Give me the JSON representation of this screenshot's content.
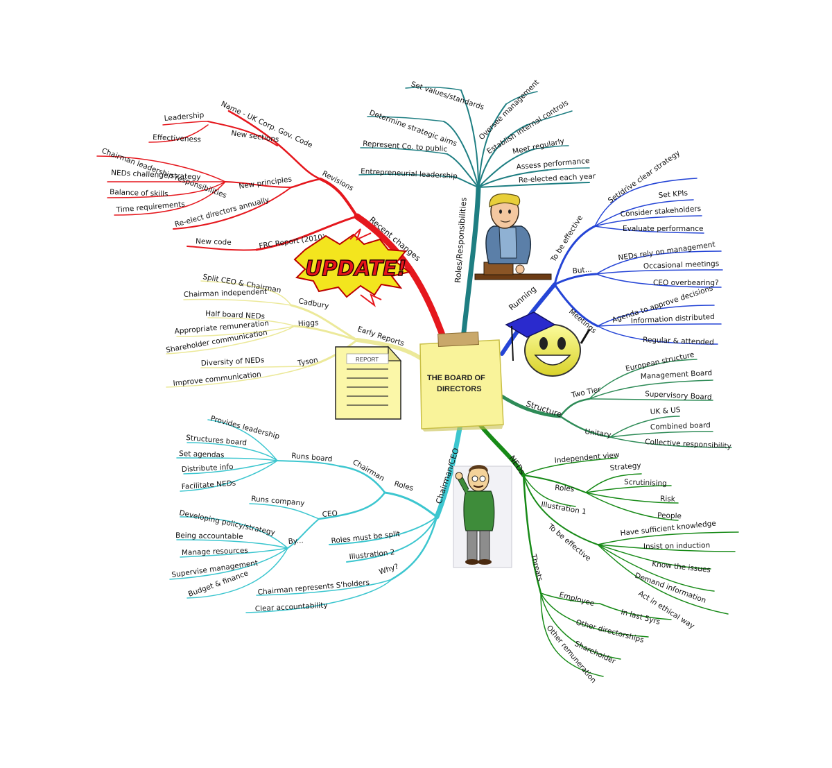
{
  "centre": {
    "title_line1": "THE BOARD OF",
    "title_line2": "DIRECTORS"
  },
  "colors": {
    "red": "#e5171d",
    "yellow": "#ece99a",
    "teal": "#1e7e82",
    "blue": "#2545d6",
    "green_sea": "#2e8b57",
    "green": "#178a17",
    "cyan": "#3cc6cf",
    "sticky_note": "#f9f39a"
  },
  "images": {
    "update_sticker": "UPDATE!",
    "report_doc": "REPORT"
  },
  "branches": {
    "recent_changes": {
      "label": "Recent changes",
      "revisions": "Revisions",
      "name_uk": "Name - UK Corp. Gov. Code",
      "new_sections": "New sections",
      "leadership": "Leadership",
      "effectiveness": "Effectiveness",
      "new_principles": "New principles",
      "chairman_lead": "Chairman leadership responsibilities",
      "neds_challenge": "NEDs challenge strategy",
      "balance": "Balance of skills",
      "time_req": "Time requirements",
      "reelect": "Re-elect directors annually",
      "frc": "FRC Report (2010)",
      "new_code": "New code"
    },
    "early_reports": {
      "label": "Early Reports",
      "cadbury": "Cadbury",
      "split": "Split CEO & Chairman",
      "chair_indep": "Chairman independent",
      "higgs": "Higgs",
      "half": "Half board NEDs",
      "approp": "Appropriate remuneration",
      "shareholder": "Shareholder communication",
      "tyson": "Tyson",
      "diversity": "Diversity of NEDs",
      "improve": "Improve communication"
    },
    "roles": {
      "label": "Roles/Responsibilities",
      "set_values": "Set values/standards",
      "det_aims": "Determine strategic aims",
      "represent": "Represent Co. to public",
      "entre": "Entrepreneurial leadership",
      "oversee": "Oversee management",
      "establish": "Establish internal controls",
      "meet": "Meet regularly",
      "assess": "Assess performance",
      "reelected": "Re-elected each year"
    },
    "running": {
      "label": "Running",
      "to_be": "To be effective",
      "set_drive": "Set/drive clear strategy",
      "set_kpis": "Set KPIs",
      "consider": "Consider stakeholders",
      "evaluate": "Evaluate performance",
      "but": "But...",
      "neds_rely": "NEDs rely on management",
      "occasional": "Occasional meetings",
      "ceo_over": "CEO overbearing?",
      "meetings": "Meetings",
      "agenda": "Agenda to approve decisions",
      "info_dist": "Information distributed",
      "regular": "Regular & attended"
    },
    "structure": {
      "label": "Structure",
      "two_tier": "Two Tier",
      "european": "European structure",
      "mgmt": "Management Board",
      "supervisory": "Supervisory Board",
      "unitary": "Unitary",
      "uk_us": "UK & US",
      "combined": "Combined board",
      "collective": "Collective responsibility"
    },
    "neds": {
      "label": "NEDs",
      "indep": "Independent view",
      "roles": "Roles",
      "strategy": "Strategy",
      "scrutin": "Scrutinising",
      "risk": "Risk",
      "people": "People",
      "illus1": "Illustration 1",
      "to_be": "To be effective",
      "have_suff": "Have sufficient knowledge",
      "insist": "Insist on induction",
      "know": "Know the issues",
      "demand": "Demand information",
      "act": "Act in ethical way",
      "threats": "Threats",
      "employee": "Employee",
      "last5": "In last 5yrs",
      "other_dir": "Other directorships",
      "shareholder": "Shareholder",
      "other_rem": "Other remuneration"
    },
    "chairman_ceo": {
      "label": "Chairman/CEO",
      "roles": "Roles",
      "chairman": "Chairman",
      "runs_board": "Runs board",
      "provides": "Provides leadership",
      "structures": "Structures board",
      "set_agendas": "Set agendas",
      "distribute": "Distribute info",
      "facilitate": "Facilitate NEDs",
      "ceo": "CEO",
      "runs_co": "Runs company",
      "by": "By...",
      "developing": "Developing policy/strategy",
      "accountable": "Being accountable",
      "manage": "Manage resources",
      "supervise": "Supervise management",
      "budget": "Budget & finance",
      "must_split": "Roles must be split",
      "illus2": "Illustration 2",
      "why": "Why?",
      "chair_rep": "Chairman represents S'holders",
      "clear": "Clear accountability"
    }
  }
}
